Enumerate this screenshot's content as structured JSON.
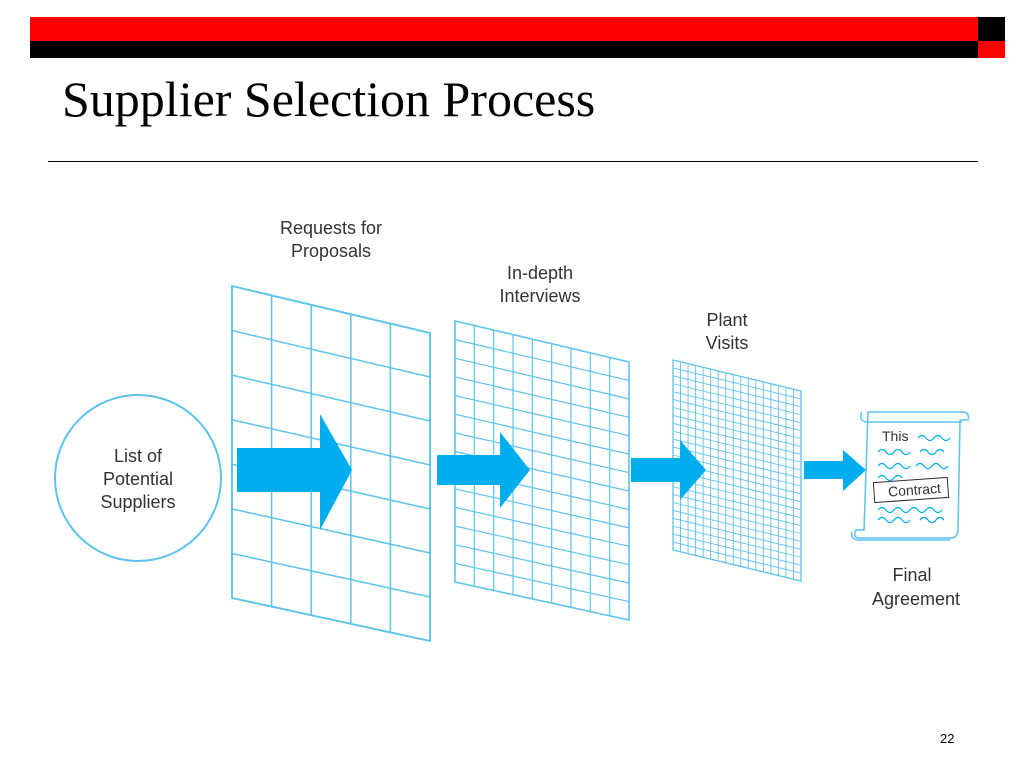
{
  "slide": {
    "title": "Supplier Selection Process",
    "page_number": "22"
  },
  "colors": {
    "accent_red": "#ff0000",
    "band_black": "#000000",
    "diagram_blue": "#00aeef",
    "grid_blue": "#5bc3ee",
    "label_text": "#333333"
  },
  "diagram": {
    "start": {
      "lines": [
        "List of",
        "Potential",
        "Suppliers"
      ]
    },
    "stages": [
      {
        "lines": [
          "Requests for",
          "Proposals"
        ]
      },
      {
        "lines": [
          "In-depth",
          "Interviews"
        ]
      },
      {
        "lines": [
          "Plant",
          "Visits"
        ]
      }
    ],
    "end": {
      "lines": [
        "Final",
        "Agreement"
      ],
      "document_words": [
        "This",
        "Contract"
      ]
    },
    "icons": [
      "circle",
      "grid-panel",
      "grid-panel",
      "grid-panel",
      "arrow-right",
      "contract-scroll-icon"
    ]
  }
}
